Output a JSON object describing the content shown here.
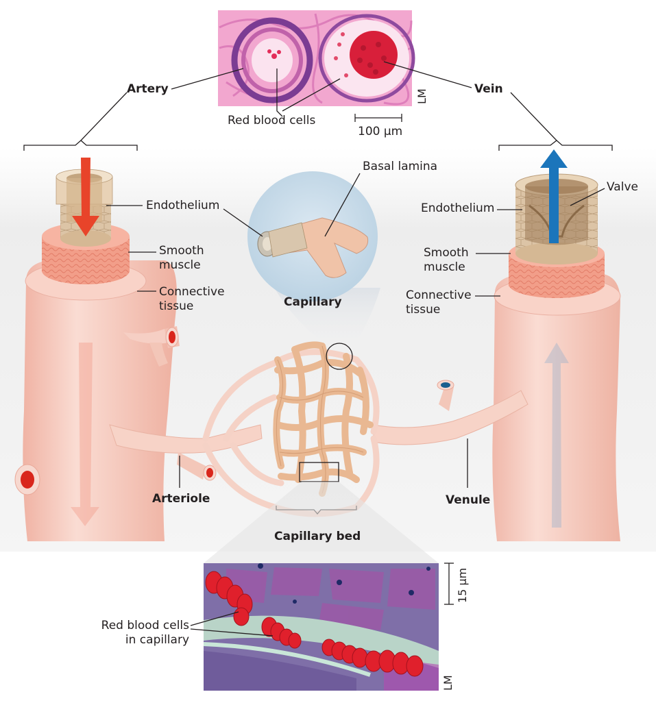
{
  "labels": {
    "artery": "Artery",
    "vein": "Vein",
    "red_blood_cells": "Red blood cells",
    "scale_top": "100 μm",
    "lm_top": "LM",
    "basal_lamina": "Basal lamina",
    "capillary": "Capillary",
    "endothelium_left": "Endothelium",
    "smooth_muscle_left_1": "Smooth",
    "smooth_muscle_left_2": "muscle",
    "connective_left_1": "Connective",
    "connective_left_2": "tissue",
    "valve": "Valve",
    "endothelium_right": "Endothelium",
    "smooth_muscle_right_1": "Smooth",
    "smooth_muscle_right_2": "muscle",
    "connective_right_1": "Connective",
    "connective_right_2": "tissue",
    "arteriole": "Arteriole",
    "venule": "Venule",
    "capillary_bed": "Capillary bed",
    "scale_bottom": "15 μm",
    "lm_bottom": "LM",
    "rbc_capillary_1": "Red blood cells",
    "rbc_capillary_2": "in capillary"
  },
  "colors": {
    "vessel_pink": "#f6cfc4",
    "vessel_shade": "#eeb5a6",
    "muscle": "#f2a38e",
    "endothelium": "#d9c0a0",
    "capillary": "#e9b892",
    "artery_arrow": "#e8442a",
    "vein_arrow": "#1b75bb",
    "micrograph_pink": "#e79bc9",
    "micrograph_purple": "#8a5aa6",
    "rbc": "#e0202c"
  }
}
